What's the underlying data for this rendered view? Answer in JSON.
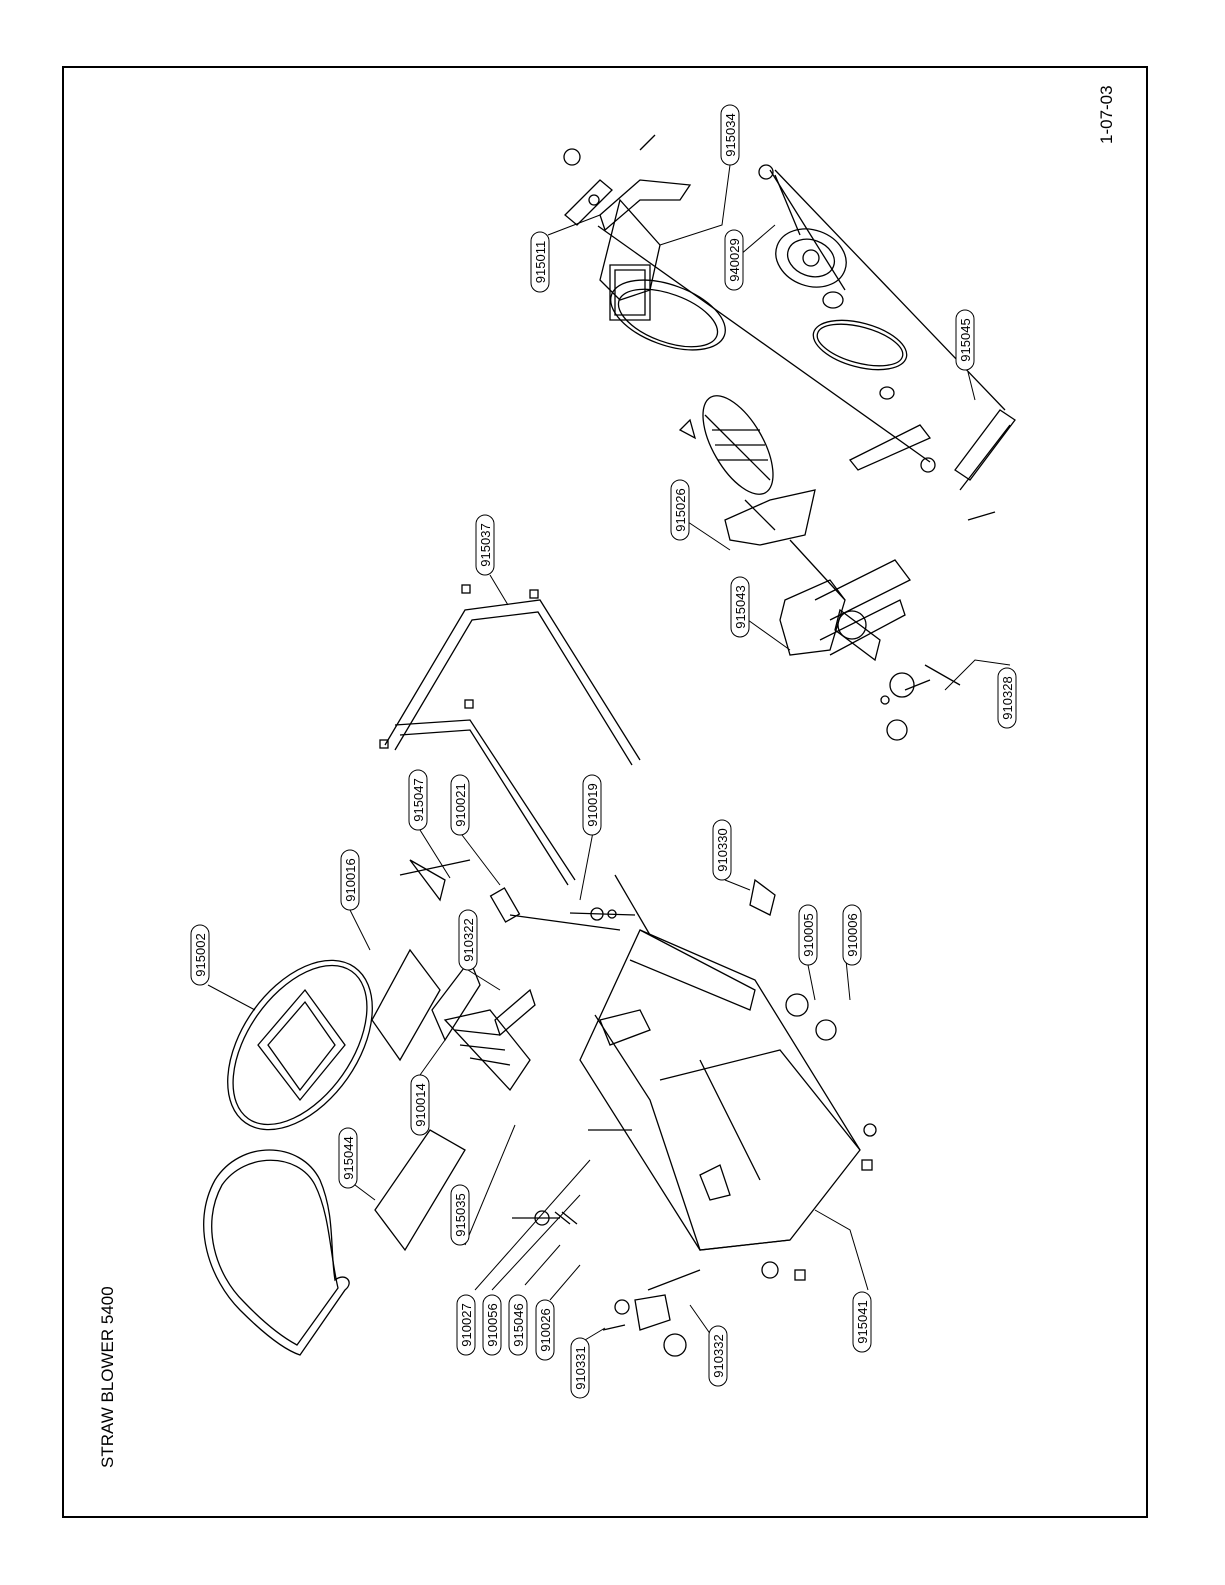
{
  "header": {
    "title": "STRAW BLOWER 5400",
    "drawing_code": "1-07-03"
  },
  "part_labels": [
    "915034",
    "915011",
    "940029",
    "915045",
    "915026",
    "915037",
    "915043",
    "910328",
    "915002",
    "910016",
    "915047",
    "910021",
    "910019",
    "910330",
    "910322",
    "910014",
    "910005",
    "910006",
    "915044",
    "915035",
    "910027",
    "910056",
    "915046",
    "910026",
    "910331",
    "910332",
    "915041"
  ]
}
